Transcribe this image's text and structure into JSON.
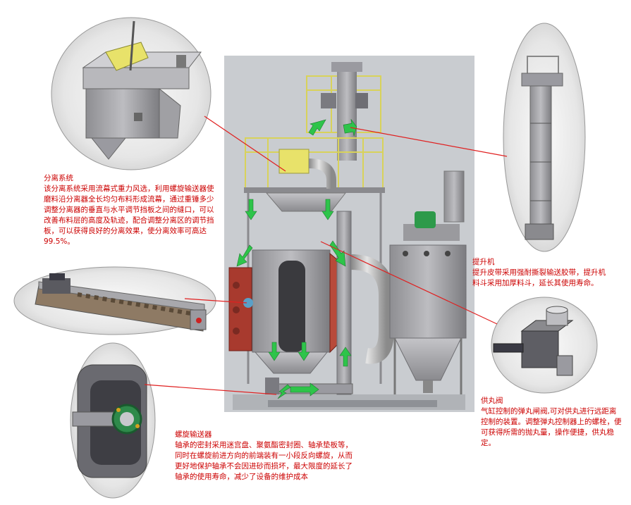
{
  "colors": {
    "callout_text": "#cc0000",
    "leader_line": "#e02020",
    "flow_arrow": "#2ec44a",
    "machine_gray": "#a8a8ac",
    "railing_yellow": "#e6e065",
    "panel_red": "#a83a2e",
    "motor_green": "#2d9a4a",
    "background_panel": "#c9ccd0"
  },
  "callouts": {
    "separator": {
      "title": "分离系统",
      "text": "该分离系统采用流幕式重力风选，利用螺旋输送器使磨料沿分离器全长均匀布料形成流幕，通过重锤多少调整分离器的垂直与水平调节挡板之间的缝口，可以改善布料层的高度及轨迹，配合调整分离区的调节挡板，可以获得良好的分离效果，使分离效率可高达99.5%。"
    },
    "elevator": {
      "title": "提升机",
      "text": "提升皮带采用强耐撕裂输送胶带，提升机料斗采用加厚料斗，延长其使用寿命。"
    },
    "feed_valve": {
      "title": "供丸阀",
      "text": "气缸控制的弹丸闸阀,可对供丸进行远距离控制的装置。调整弹丸控制器上的螺栓，便可获得所需的抛丸量，操作便捷，供丸稳定。"
    },
    "screw_conveyor": {
      "title": "螺旋输送器",
      "text": "轴承的密封采用迷宫盘、聚氨酯密封圈、轴承垫板等，同时在螺旋前进方向的前端装有一小段反向螺旋，从而更好地保护轴承不会因进砂而损坏，最大限度的延长了轴承的使用寿命，减少了设备的维护成本"
    }
  }
}
